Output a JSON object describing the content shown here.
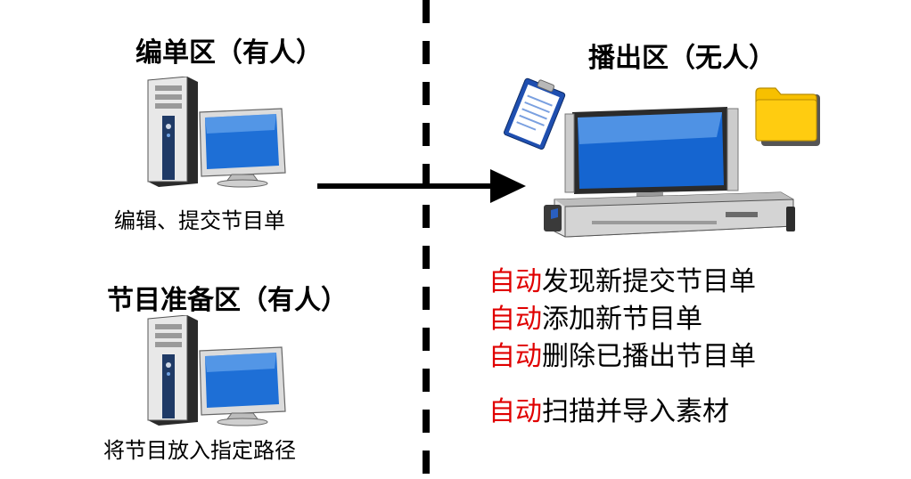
{
  "left": {
    "edit_zone": {
      "title": "编单区（有人）",
      "caption": "编辑、提交节目单"
    },
    "prep_zone": {
      "title": "节目准备区（有人）",
      "caption": "将节目放入指定路径"
    }
  },
  "right": {
    "playout_zone": {
      "title": "播出区（无人）"
    },
    "tasks": [
      {
        "keyword": "自动",
        "text": "发现新提交节目单"
      },
      {
        "keyword": "自动",
        "text": "添加新节目单"
      },
      {
        "keyword": "自动",
        "text": "删除已播出节目单"
      },
      {
        "keyword": "自动",
        "text": "扫描并导入素材"
      }
    ]
  },
  "colors": {
    "keyword": "#e00000",
    "folder": "#f7c000",
    "divider": "#000000"
  },
  "icons": [
    "desktop-computer-icon",
    "desktop-computer-icon",
    "clipboard-icon",
    "folder-icon",
    "monitor-icon",
    "rack-server-icon",
    "arrow-right-icon"
  ]
}
